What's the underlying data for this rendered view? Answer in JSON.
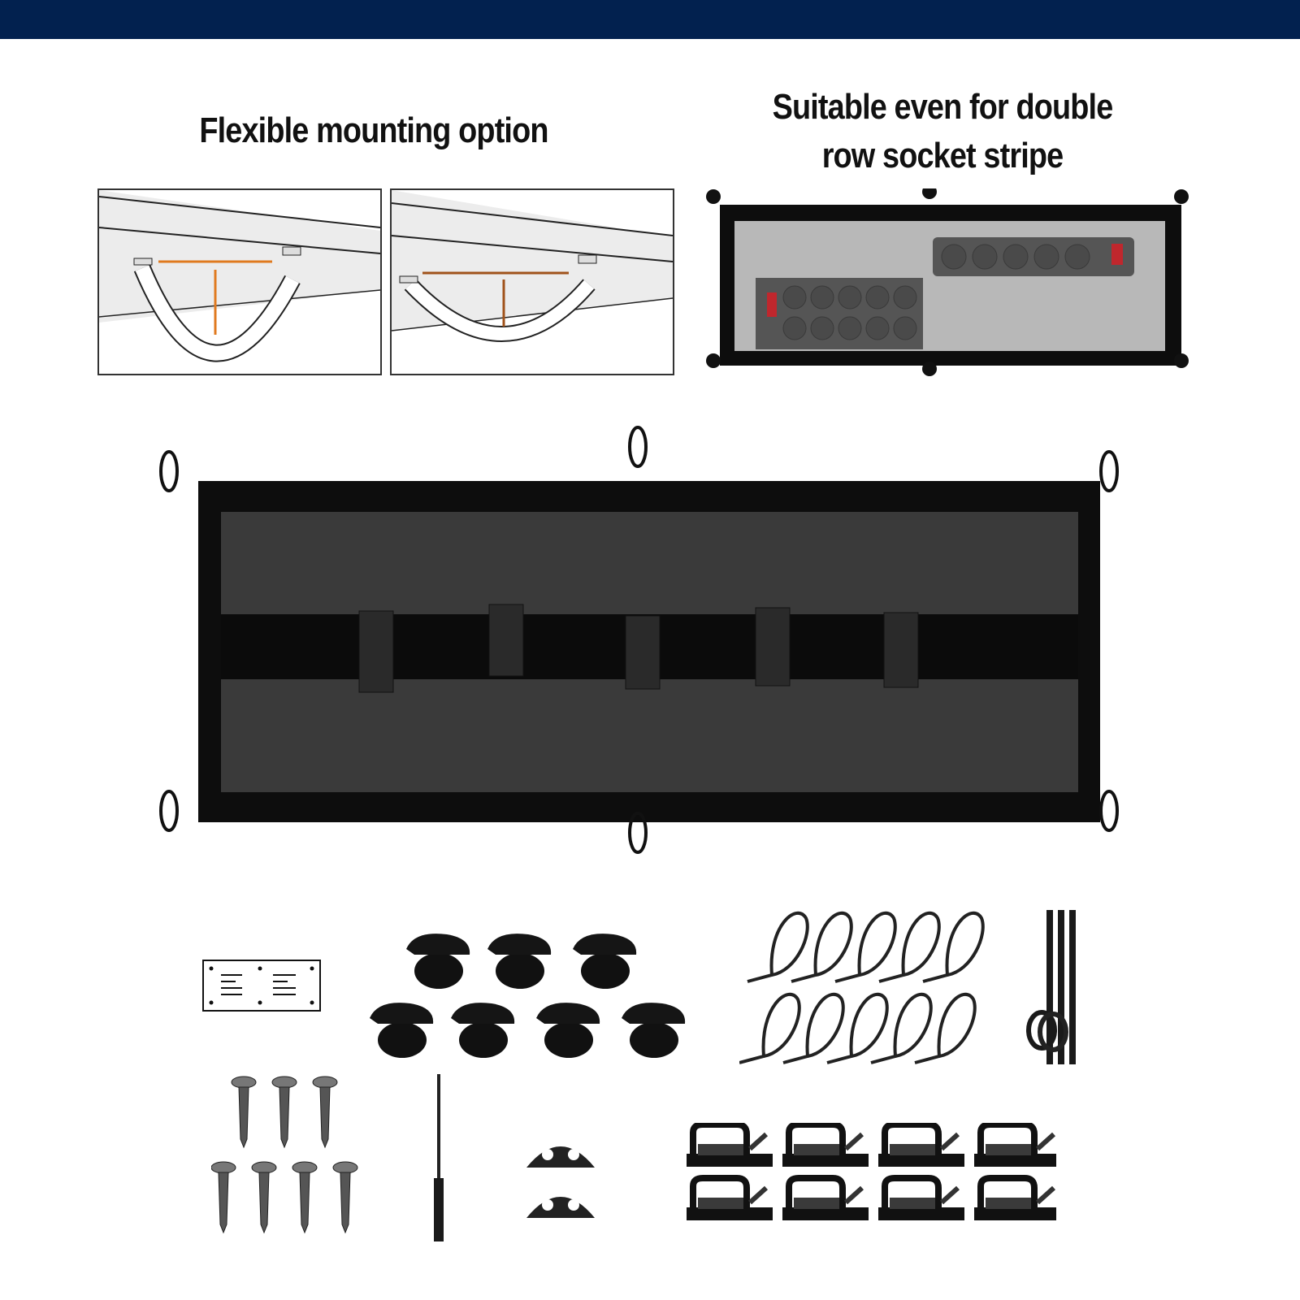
{
  "banner": {
    "color": "#02214f"
  },
  "headings": {
    "mounting": "Flexible mounting option",
    "double_row_line1": "Suitable even for double",
    "double_row_line2": "row socket stripe"
  },
  "colors": {
    "arrow_orange": "#e07a1f",
    "arrow_brown": "#a0521a",
    "switch_red": "#c0272d",
    "net_black": "#0d0d0d"
  },
  "mounting_diagrams": [
    {
      "name": "deep-sag",
      "arrow_color_key": "arrow_orange"
    },
    {
      "name": "shallow-sag",
      "arrow_color_key": "arrow_brown"
    }
  ],
  "power_strips": {
    "double_row_sockets": 10,
    "single_row_sockets": 5
  },
  "net": {
    "straps": 5,
    "loops": 6
  },
  "accessories": {
    "adhesive_hooks": 7,
    "cable_ties": 10,
    "velcro_straps": 3,
    "screws": 7,
    "drill_bits": 1,
    "cable_clips": 2,
    "adhesive_cable_holders": 8,
    "mounting_template": 1
  }
}
